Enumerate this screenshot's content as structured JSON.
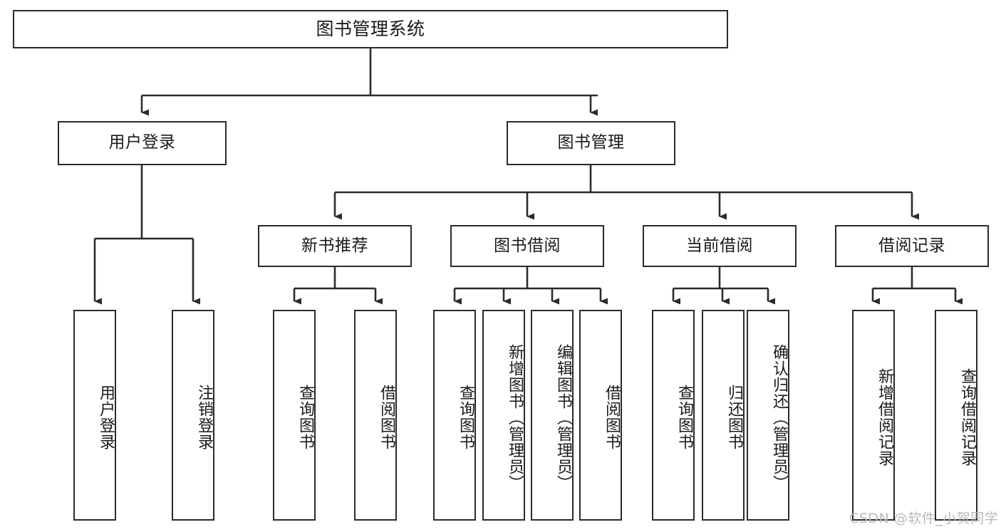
{
  "diagram": {
    "title": "图书管理系统",
    "type": "hierarchy-tree",
    "background_color": "#ffffff",
    "border_color": "#2b2b2b",
    "text_color": "#1a1a1a"
  },
  "root": {
    "label": "图书管理系统"
  },
  "level2": [
    {
      "label": "用户登录"
    },
    {
      "label": "图书管理"
    }
  ],
  "level3": [
    {
      "label": "新书推荐"
    },
    {
      "label": "图书借阅"
    },
    {
      "label": "当前借阅"
    },
    {
      "label": "借阅记录"
    }
  ],
  "leaves": {
    "user_login": [
      {
        "label": "用户登录"
      },
      {
        "label": "注销登录"
      }
    ],
    "new_book_recommend": [
      {
        "label": "查询图书"
      },
      {
        "label": "借阅图书"
      }
    ],
    "book_borrow": [
      {
        "label": "查询图书"
      },
      {
        "label": "新增图书（管理员）"
      },
      {
        "label": "编辑图书（管理员）"
      },
      {
        "label": "借阅图书"
      }
    ],
    "current_borrow": [
      {
        "label": "查询图书"
      },
      {
        "label": "归还图书"
      },
      {
        "label": "确认归还（管理员）"
      }
    ],
    "borrow_record": [
      {
        "label": "新增借阅记录"
      },
      {
        "label": "查询借阅记录"
      }
    ]
  },
  "watermark": {
    "text": "CSDN @软件_小贺同学"
  }
}
